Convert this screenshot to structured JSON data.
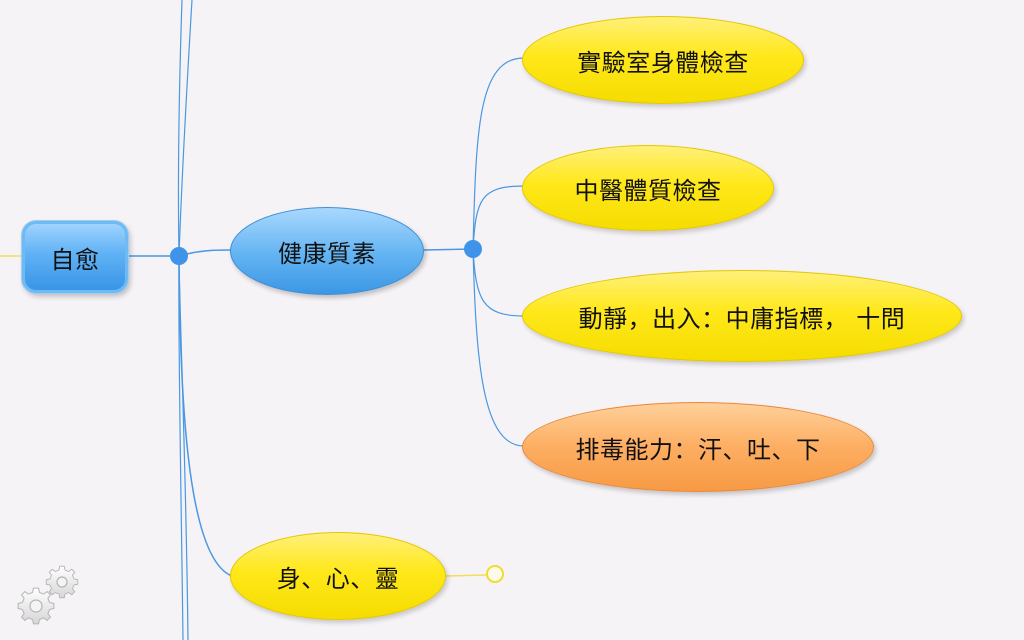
{
  "mindmap": {
    "root": {
      "label": "自愈"
    },
    "branch": {
      "label": "健康質素",
      "children": [
        {
          "label": "實驗室身體檢查",
          "color": "yellow"
        },
        {
          "label": "中醫體質檢查",
          "color": "yellow"
        },
        {
          "label": "動靜，出入：中庸指標， 十問",
          "color": "yellow"
        },
        {
          "label": "排毒能力：汗、吐、下",
          "color": "orange"
        }
      ]
    },
    "branch_2": {
      "label": "身、心、靈",
      "collapsed": true
    }
  },
  "colors": {
    "background": "#f6f3f6",
    "connector": "#4a98e2",
    "blue_node": "#5fb2f5",
    "yellow_node": "#ffe81a",
    "orange_node": "#fdae62",
    "hollow_joint_border": "#f0dc30"
  },
  "icons": {
    "settings": "settings-gears-icon"
  }
}
